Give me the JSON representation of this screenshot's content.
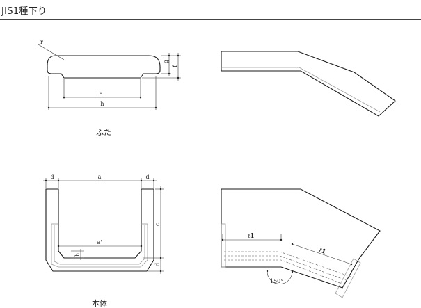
{
  "header": {
    "title": "JIS1種下り"
  },
  "captions": {
    "lid": "ふた",
    "body": "本体"
  },
  "dimensions": {
    "lid": {
      "r": "r",
      "g": "g",
      "f": "f",
      "e": "e",
      "h": "h"
    },
    "body": {
      "d_left": "d",
      "a": "a",
      "d_right": "d",
      "c": "c",
      "d_side": "d",
      "a_prime": "a'",
      "h": "h"
    },
    "plan": {
      "l1_a": "ℓ1",
      "l1_b": "ℓ1",
      "angle": "150°"
    }
  }
}
